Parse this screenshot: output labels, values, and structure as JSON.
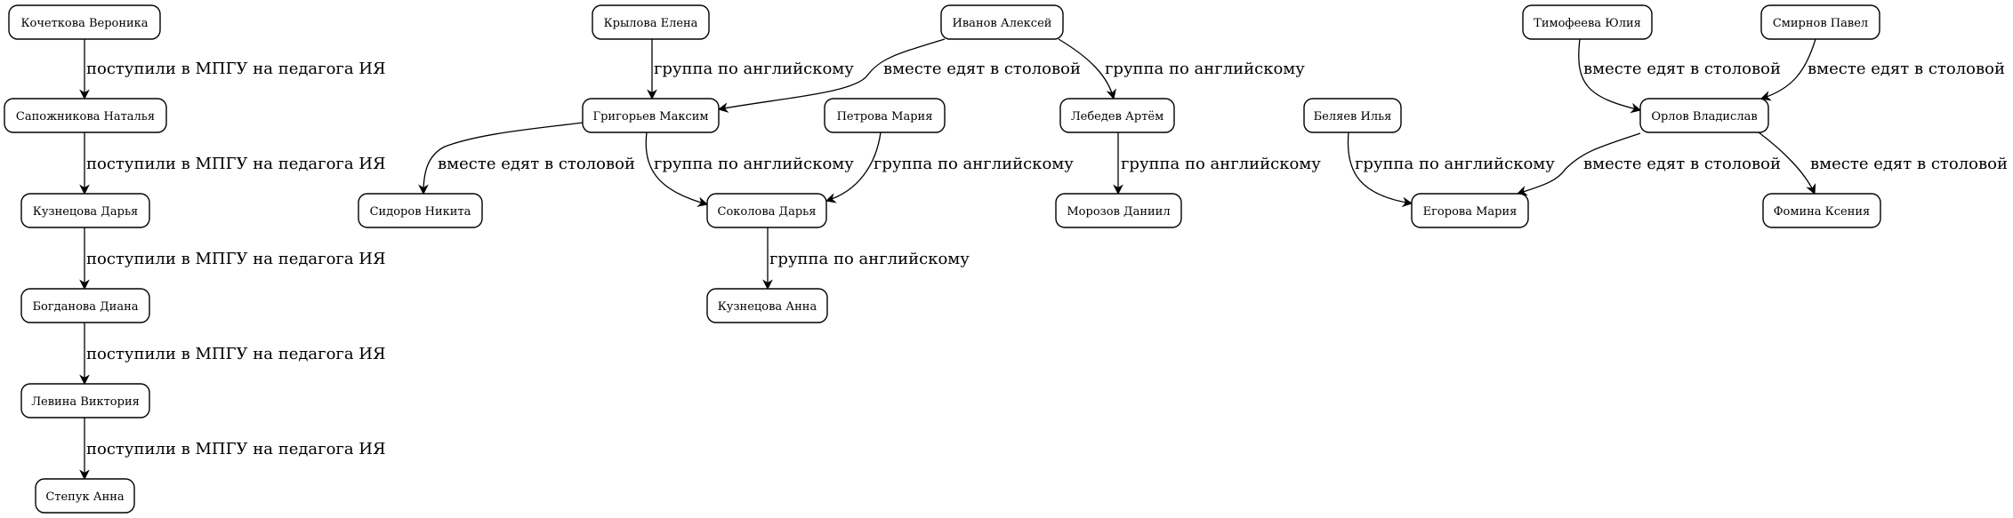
{
  "diagram": {
    "nodes": [
      {
        "id": "n1",
        "label": "Кочеткова Вероника"
      },
      {
        "id": "n2",
        "label": "Сапожникова Наталья"
      },
      {
        "id": "n3",
        "label": "Кузнецова Дарья"
      },
      {
        "id": "n4",
        "label": "Богданова Диана"
      },
      {
        "id": "n5",
        "label": "Левина Виктория"
      },
      {
        "id": "n6",
        "label": "Степук Анна"
      },
      {
        "id": "n7",
        "label": "Крылова Елена"
      },
      {
        "id": "n8",
        "label": "Григорьев Максим"
      },
      {
        "id": "n9",
        "label": "Сидоров Никита"
      },
      {
        "id": "n10",
        "label": "Соколова Дарья"
      },
      {
        "id": "n11",
        "label": "Кузнецова Анна"
      },
      {
        "id": "n12",
        "label": "Петрова Мария"
      },
      {
        "id": "n13",
        "label": "Иванов Алексей"
      },
      {
        "id": "n14",
        "label": "Лебедев Артём"
      },
      {
        "id": "n15",
        "label": "Морозов Даниил"
      },
      {
        "id": "n16",
        "label": "Беляев Илья"
      },
      {
        "id": "n17",
        "label": "Егорова Мария"
      },
      {
        "id": "n18",
        "label": "Тимофеева Юлия"
      },
      {
        "id": "n19",
        "label": "Смирнов Павел"
      },
      {
        "id": "n20",
        "label": "Орлов Владислав"
      },
      {
        "id": "n21",
        "label": "Фомина Ксения"
      }
    ],
    "edges": [
      {
        "source": "n1",
        "target": "n2",
        "label": "поступили в МПГУ на педагога ИЯ"
      },
      {
        "source": "n2",
        "target": "n3",
        "label": "поступили в МПГУ на педагога ИЯ"
      },
      {
        "source": "n3",
        "target": "n4",
        "label": "поступили в МПГУ на педагога ИЯ"
      },
      {
        "source": "n4",
        "target": "n5",
        "label": "поступили в МПГУ на педагога ИЯ"
      },
      {
        "source": "n5",
        "target": "n6",
        "label": "поступили в МПГУ на педагога ИЯ"
      },
      {
        "source": "n7",
        "target": "n8",
        "label": "группа по английскому"
      },
      {
        "source": "n13",
        "target": "n8",
        "label": "вместе едят в столовой"
      },
      {
        "source": "n13",
        "target": "n14",
        "label": "группа по английскому"
      },
      {
        "source": "n8",
        "target": "n9",
        "label": "вместе едят в столовой"
      },
      {
        "source": "n8",
        "target": "n10",
        "label": "группа по английскому"
      },
      {
        "source": "n12",
        "target": "n10",
        "label": "группа по английскому"
      },
      {
        "source": "n14",
        "target": "n15",
        "label": "группа по английскому"
      },
      {
        "source": "n10",
        "target": "n11",
        "label": "группа по английскому"
      },
      {
        "source": "n16",
        "target": "n17",
        "label": "группа по английскому"
      },
      {
        "source": "n18",
        "target": "n20",
        "label": "вместе едят в столовой"
      },
      {
        "source": "n19",
        "target": "n20",
        "label": "вместе едят в столовой"
      },
      {
        "source": "n20",
        "target": "n17",
        "label": "вместе едят в столовой"
      },
      {
        "source": "n20",
        "target": "n21",
        "label": "вместе едят в столовой"
      }
    ]
  }
}
